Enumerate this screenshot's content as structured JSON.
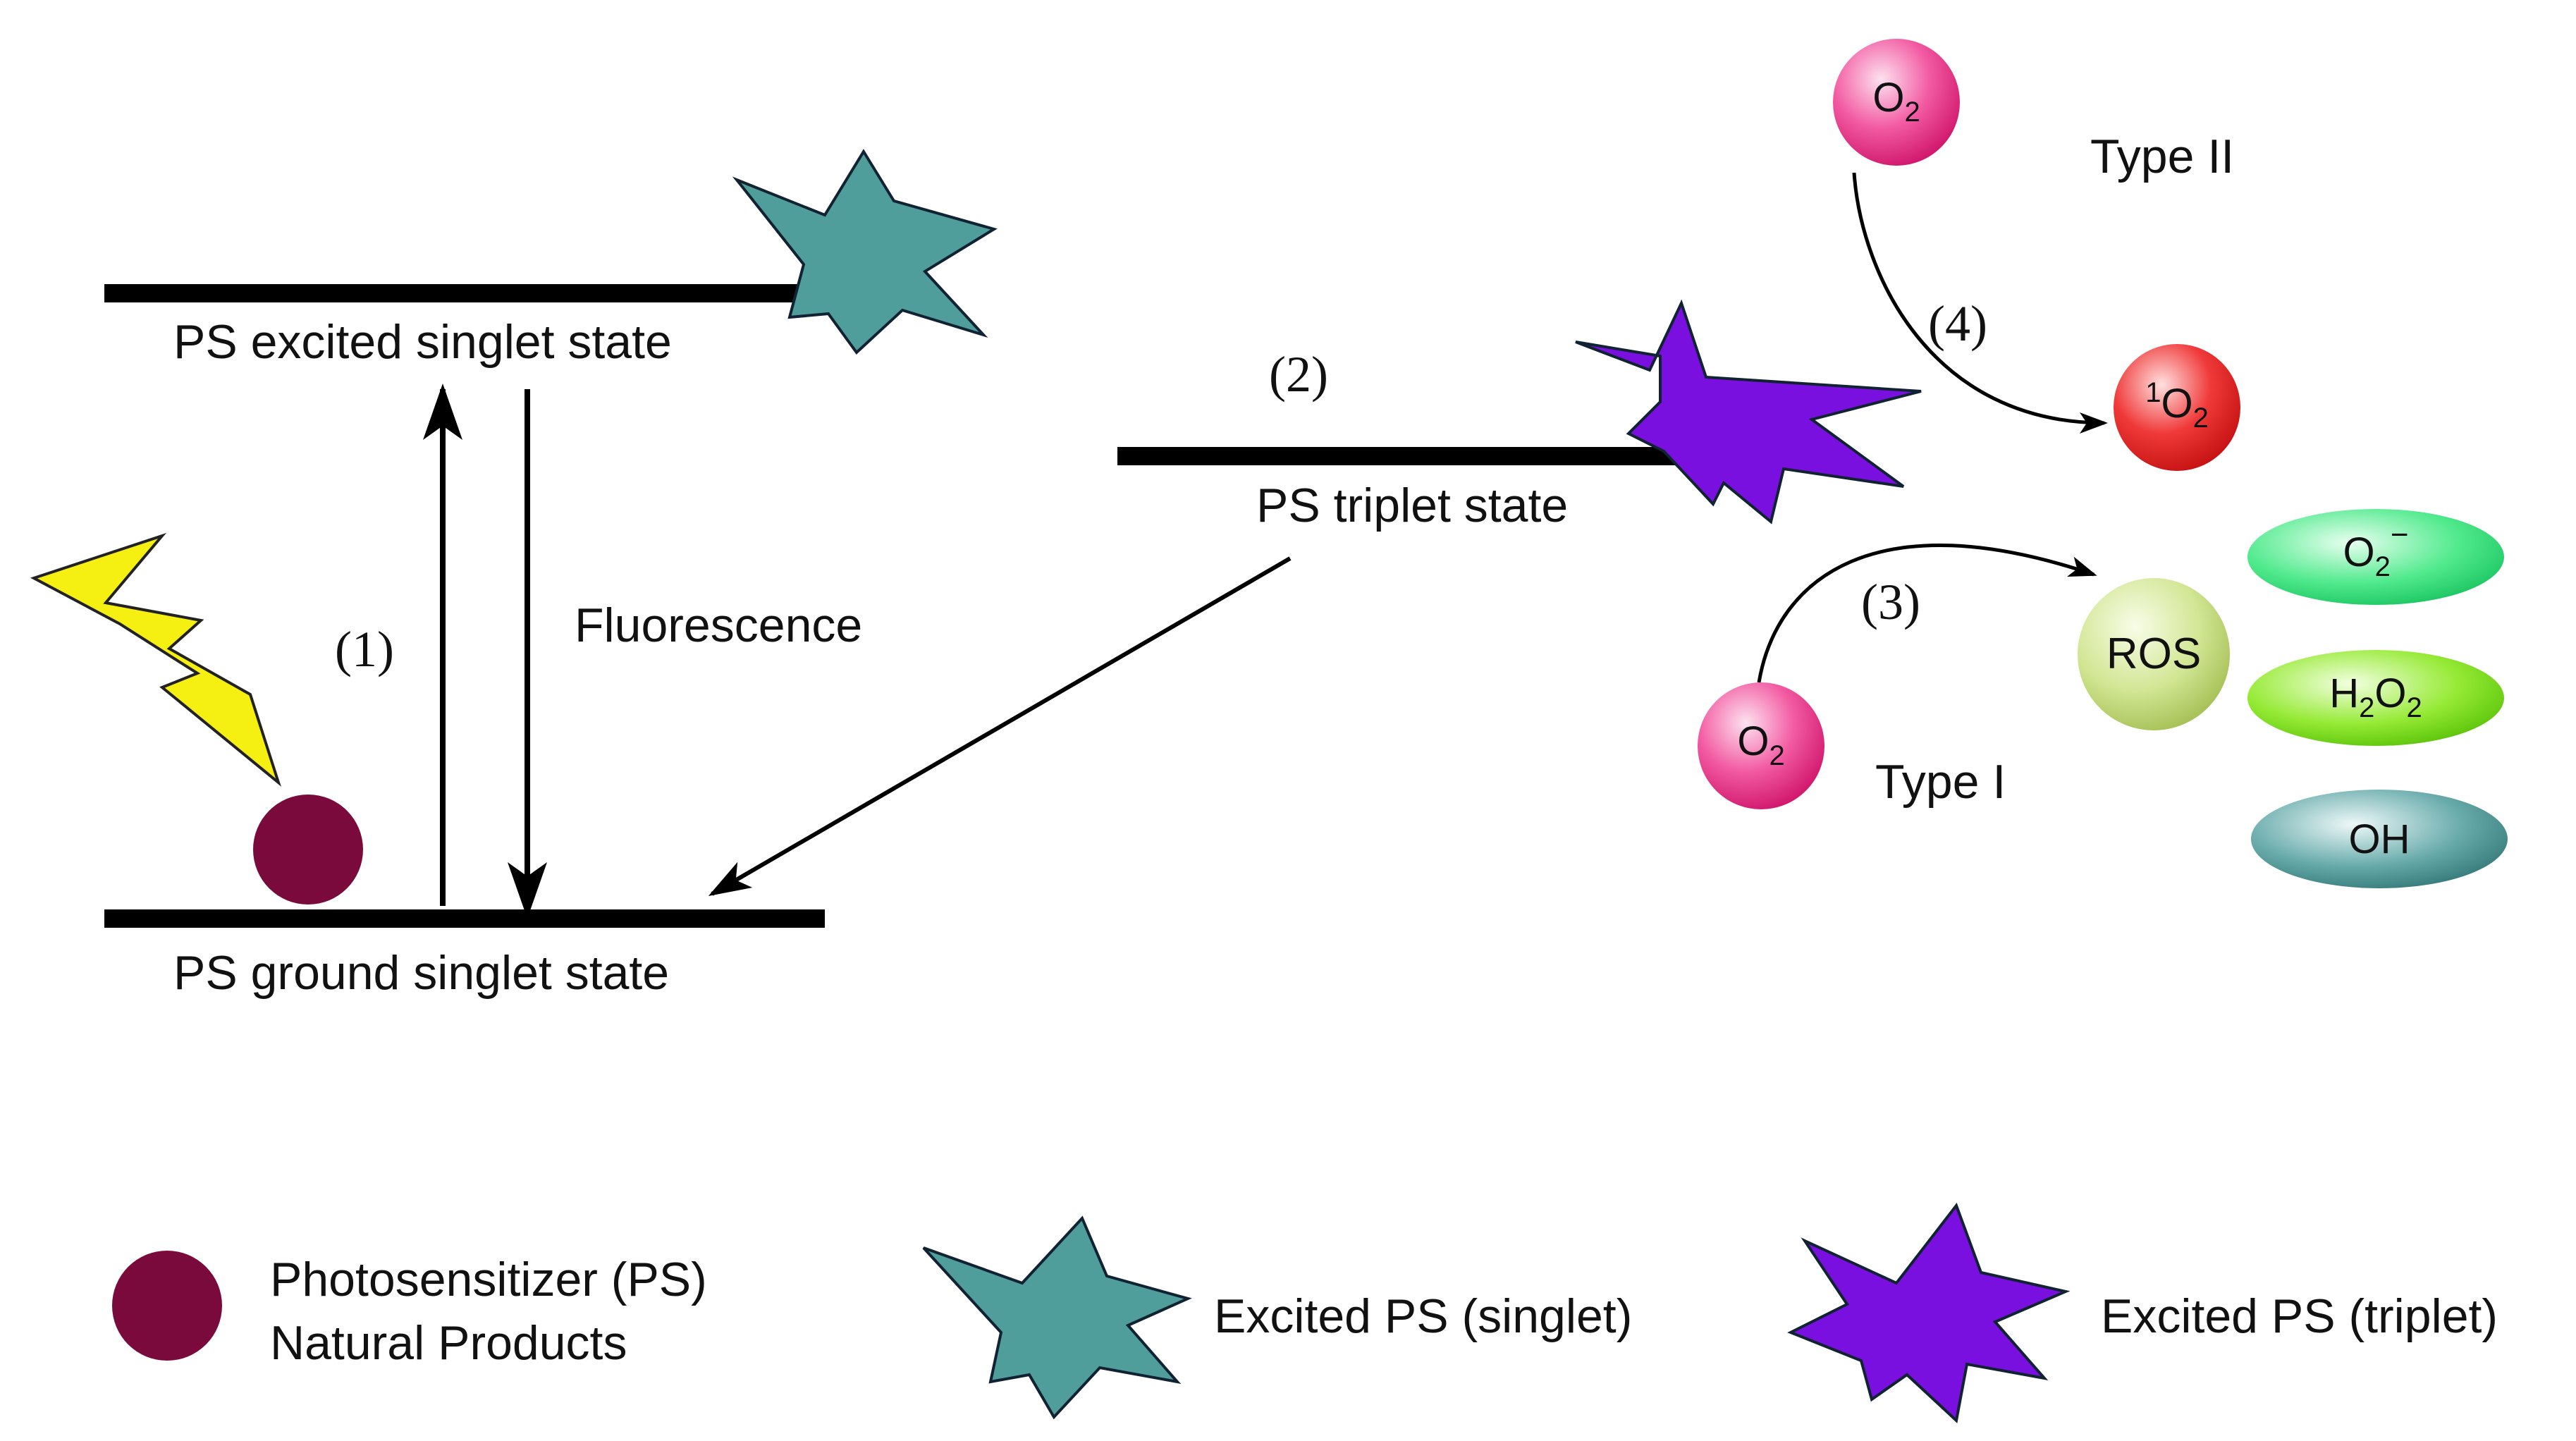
{
  "levels": {
    "excited_singlet": "PS excited singlet state",
    "ground_singlet": "PS ground singlet state",
    "triplet": "PS triplet state"
  },
  "steps": {
    "step1": "(1)",
    "step2": "(2)",
    "step3": "(3)",
    "step4": "(4)",
    "fluorescence": "Fluorescence"
  },
  "pathways": {
    "type_ii": "Type II",
    "type_i": "Type I"
  },
  "species": {
    "o2_main": "O",
    "o2_sub": "2",
    "singlet_o2_sup": "1",
    "singlet_o2_main": "O",
    "singlet_o2_sub": "2",
    "ros": "ROS",
    "superoxide_main": "O",
    "superoxide_sub": "2",
    "superoxide_sup": "−",
    "h2o2_h": "H",
    "h2o2_sub1": "2",
    "h2o2_o": "O",
    "h2o2_sub2": "2",
    "hydroxyl": "OH"
  },
  "legend": {
    "ps_line1": "Photosensitizer (PS)",
    "ps_line2": "Natural Products",
    "excited_singlet": "Excited PS (singlet)",
    "excited_triplet": "Excited PS (triplet)"
  },
  "colors": {
    "ps_dot": "#7a0a3c",
    "singlet_star": "#4f9e9c",
    "triplet_star": "#7a10e0",
    "lightning": "#f6ef12",
    "o2_pink": "#e8247e",
    "singlet_o2_red": "#e41c1c",
    "ros_green": "#c6dc82",
    "superoxide": "#36e27a",
    "h2o2": "#7ee012",
    "hydroxyl": "#4a9494"
  }
}
